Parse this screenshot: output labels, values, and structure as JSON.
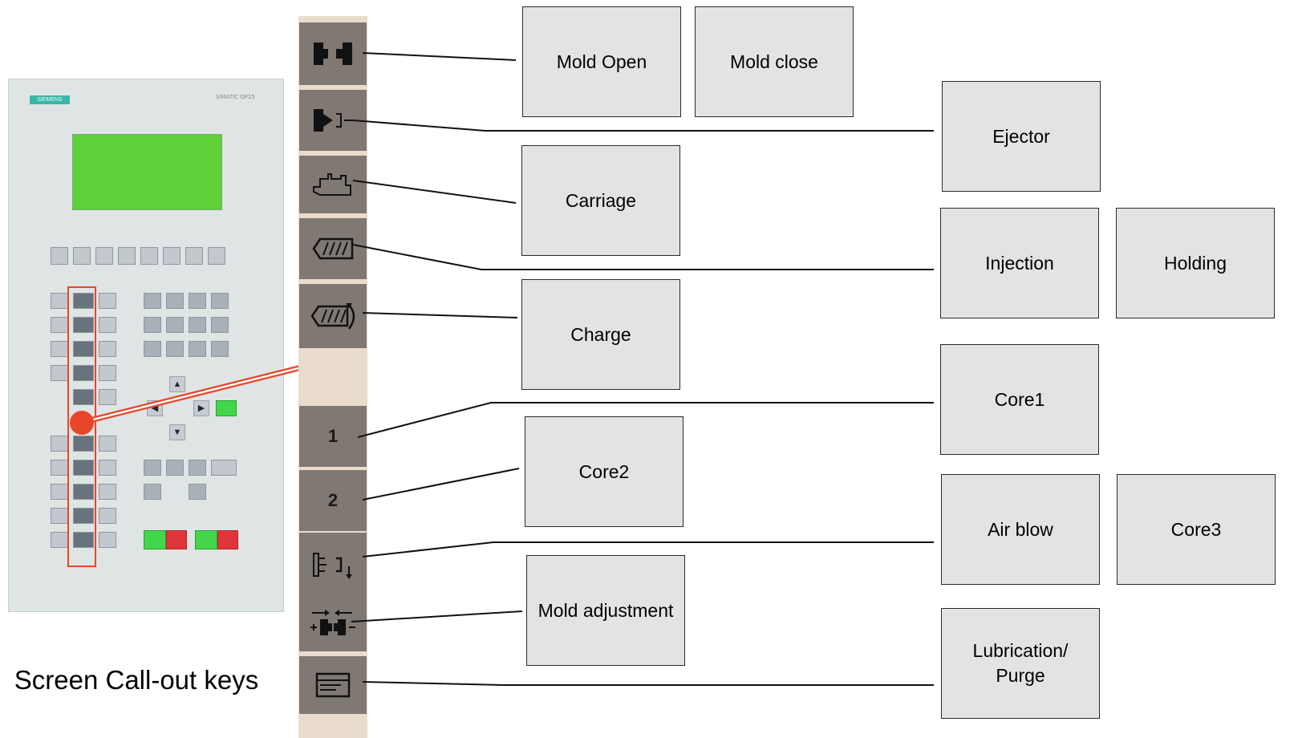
{
  "panel": {
    "brand": "SIEMENS",
    "model": "SIMATIC OP15"
  },
  "strip_keys": [
    {
      "name": "mold-open-close-icon"
    },
    {
      "name": "ejector-icon"
    },
    {
      "name": "carriage-icon"
    },
    {
      "name": "injection-screw-icon"
    },
    {
      "name": "charge-screw-icon"
    },
    {
      "name": "core1-key",
      "text": "1"
    },
    {
      "name": "core2-key",
      "text": "2"
    },
    {
      "name": "air-blow-icon"
    },
    {
      "name": "mold-adjustment-icon"
    },
    {
      "name": "lubrication-purge-icon"
    }
  ],
  "labels": {
    "mold_open": "Mold Open",
    "mold_close": "Mold close",
    "ejector": "Ejector",
    "carriage": "Carriage",
    "injection": "Injection",
    "holding": "Holding",
    "charge": "Charge",
    "core1": "Core1",
    "core2": "Core2",
    "air_blow": "Air blow",
    "core3": "Core3",
    "mold_adjustment": "Mold adjustment",
    "lubrication_purge": "Lubrication/ Purge"
  },
  "caption": "Screen Call-out keys",
  "colors": {
    "highlight": "#e8462b",
    "key": "#807873",
    "strip": "#e9dccd",
    "label_box": "#e3e3e3"
  }
}
